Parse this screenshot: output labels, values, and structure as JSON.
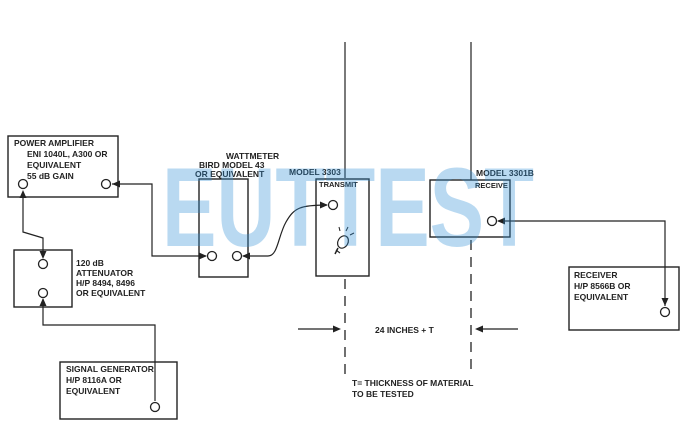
{
  "watermark": "EUTTEST",
  "blocks": {
    "power_amplifier": [
      "POWER AMPLIFIER",
      "ENI 1040L, A300 OR",
      "EQUIVALENT",
      "55 dB GAIN"
    ],
    "attenuator": [
      "120 dB",
      "ATTENUATOR",
      "H/P 8494, 8496",
      "OR EQUIVALENT"
    ],
    "signal_generator": [
      "SIGNAL GENERATOR",
      "H/P 8116A OR",
      "EQUIVALENT"
    ],
    "wattmeter": [
      "WATTMETER",
      "BIRD MODEL 43",
      "OR EQUIVALENT"
    ],
    "transmit": {
      "model": "MODEL 3303",
      "label": "TRANSMIT"
    },
    "receive": {
      "model": "MODEL 3301B",
      "label": "RECEIVE"
    },
    "receiver": [
      "RECEIVER",
      "H/P 8566B OR",
      "EQUIVALENT"
    ]
  },
  "distance_label": "24 INCHES + T",
  "note": [
    "T= THICKNESS OF MATERIAL",
    "TO BE TESTED"
  ]
}
